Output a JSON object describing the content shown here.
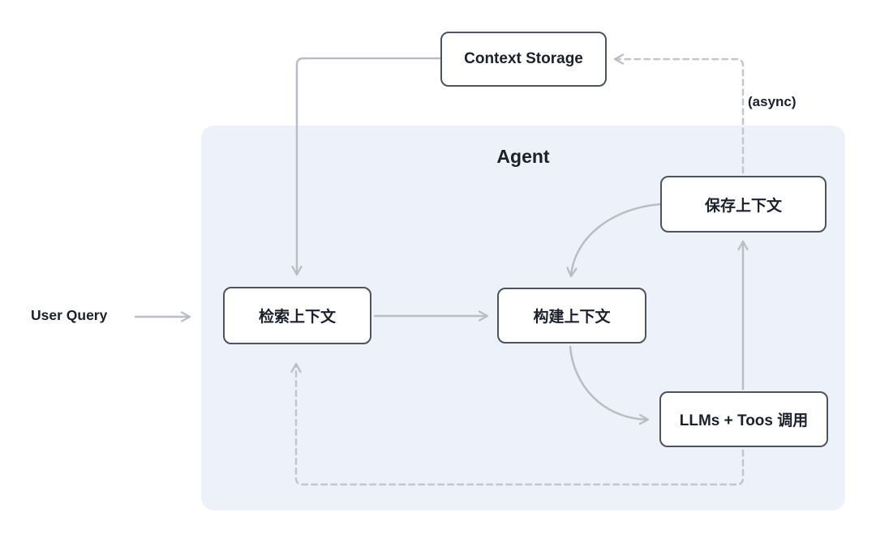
{
  "diagram": {
    "outer_label": "User Query",
    "container_title": "Agent",
    "async_label": "(async)",
    "nodes": {
      "context_storage": "Context Storage",
      "retrieve_context": "检索上下文",
      "build_context": "构建上下文",
      "save_context": "保存上下文",
      "llm_tools_call": "LLMs + Toos 调用"
    },
    "edges": [
      {
        "from": "user_query",
        "to": "retrieve_context",
        "style": "solid"
      },
      {
        "from": "context_storage",
        "to": "retrieve_context",
        "style": "solid"
      },
      {
        "from": "retrieve_context",
        "to": "build_context",
        "style": "solid"
      },
      {
        "from": "save_context",
        "to": "build_context",
        "style": "solid"
      },
      {
        "from": "build_context",
        "to": "llm_tools_call",
        "style": "solid"
      },
      {
        "from": "llm_tools_call",
        "to": "save_context",
        "style": "solid"
      },
      {
        "from": "save_context",
        "to": "context_storage",
        "style": "dashed",
        "label": "(async)"
      },
      {
        "from": "llm_tools_call",
        "to": "retrieve_context",
        "style": "dashed"
      }
    ],
    "colors": {
      "container_bg": "#edf1fa",
      "node_border": "#4d535f",
      "node_bg": "#ffffff",
      "text": "#1b202b",
      "connector": "#b9bdc4",
      "connector_dashed": "#c3c6cd",
      "page_bg": "#ffffff"
    }
  }
}
